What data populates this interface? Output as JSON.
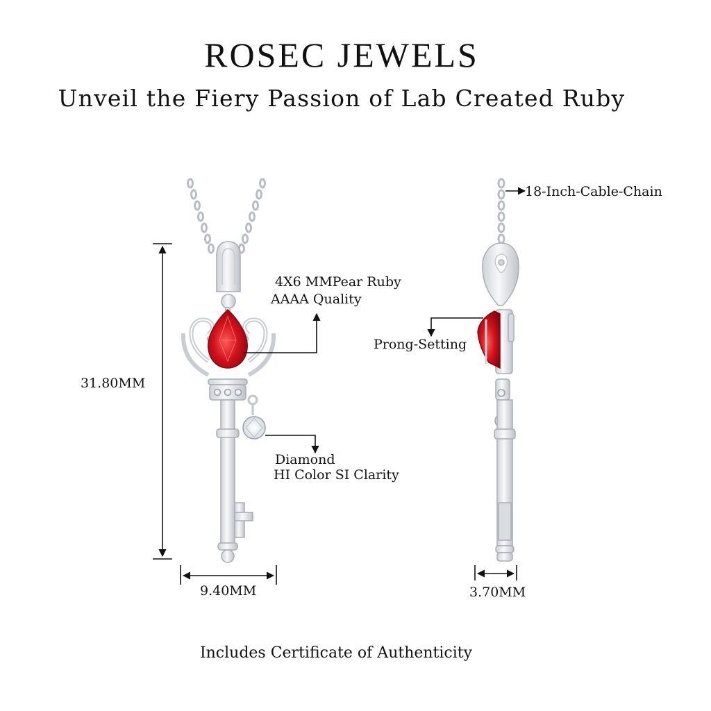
{
  "brand": "ROSEC JEWELS",
  "tagline": "Unveil the Fiery Passion of Lab Created Ruby",
  "front_view": {
    "height_label": "31.80MM",
    "width_label": "9.40MM",
    "ruby_size": "4X6 MMPear Ruby",
    "ruby_quality": "AAAA Quality",
    "diamond_label": "Diamond",
    "diamond_spec": "HI Color SI Clarity"
  },
  "side_view": {
    "chain_label": "18-Inch-Cable-Chain",
    "setting_label": "Prong-Setting",
    "depth_label": "3.70MM"
  },
  "footer": "Includes Certificate of Authenticity",
  "colors": {
    "ruby": "#c4101b",
    "metal": "#e4e6ea",
    "metal_edge": "#a9adb4",
    "line": "#111111"
  }
}
